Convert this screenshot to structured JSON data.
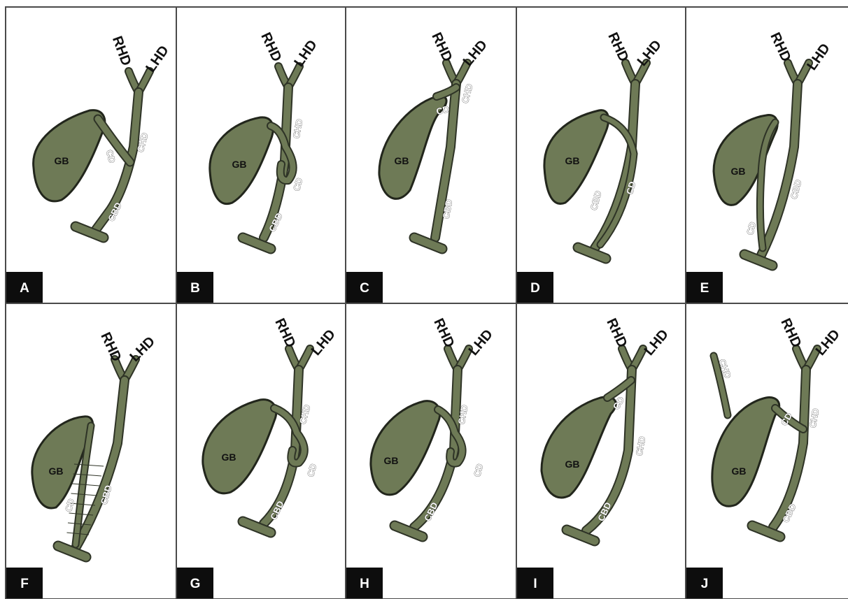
{
  "colors": {
    "duct": "#6e7a56",
    "outline": "#2e3326",
    "frame": "#4a4a4a",
    "tag": "#0d0d0d"
  },
  "structures": {
    "gallbladder": "GB",
    "cystic_duct": "CD",
    "common_hepatic_duct": "CHD",
    "common_bile_duct": "CBD",
    "right_hepatic_duct": "RHD",
    "left_hepatic_duct": "LHD"
  },
  "panels": [
    {
      "tag": "A",
      "variant": "standard"
    },
    {
      "tag": "B",
      "variant": "anterior-spiral"
    },
    {
      "tag": "C",
      "variant": "high-junction"
    },
    {
      "tag": "D",
      "variant": "parallel-long"
    },
    {
      "tag": "E",
      "variant": "low-insertion"
    },
    {
      "tag": "F",
      "variant": "fused-parallel"
    },
    {
      "tag": "G",
      "variant": "anterior-spiral"
    },
    {
      "tag": "H",
      "variant": "posterior-spiral"
    },
    {
      "tag": "I",
      "variant": "hepatic-confluence"
    },
    {
      "tag": "J",
      "variant": "accessory-chd"
    }
  ]
}
